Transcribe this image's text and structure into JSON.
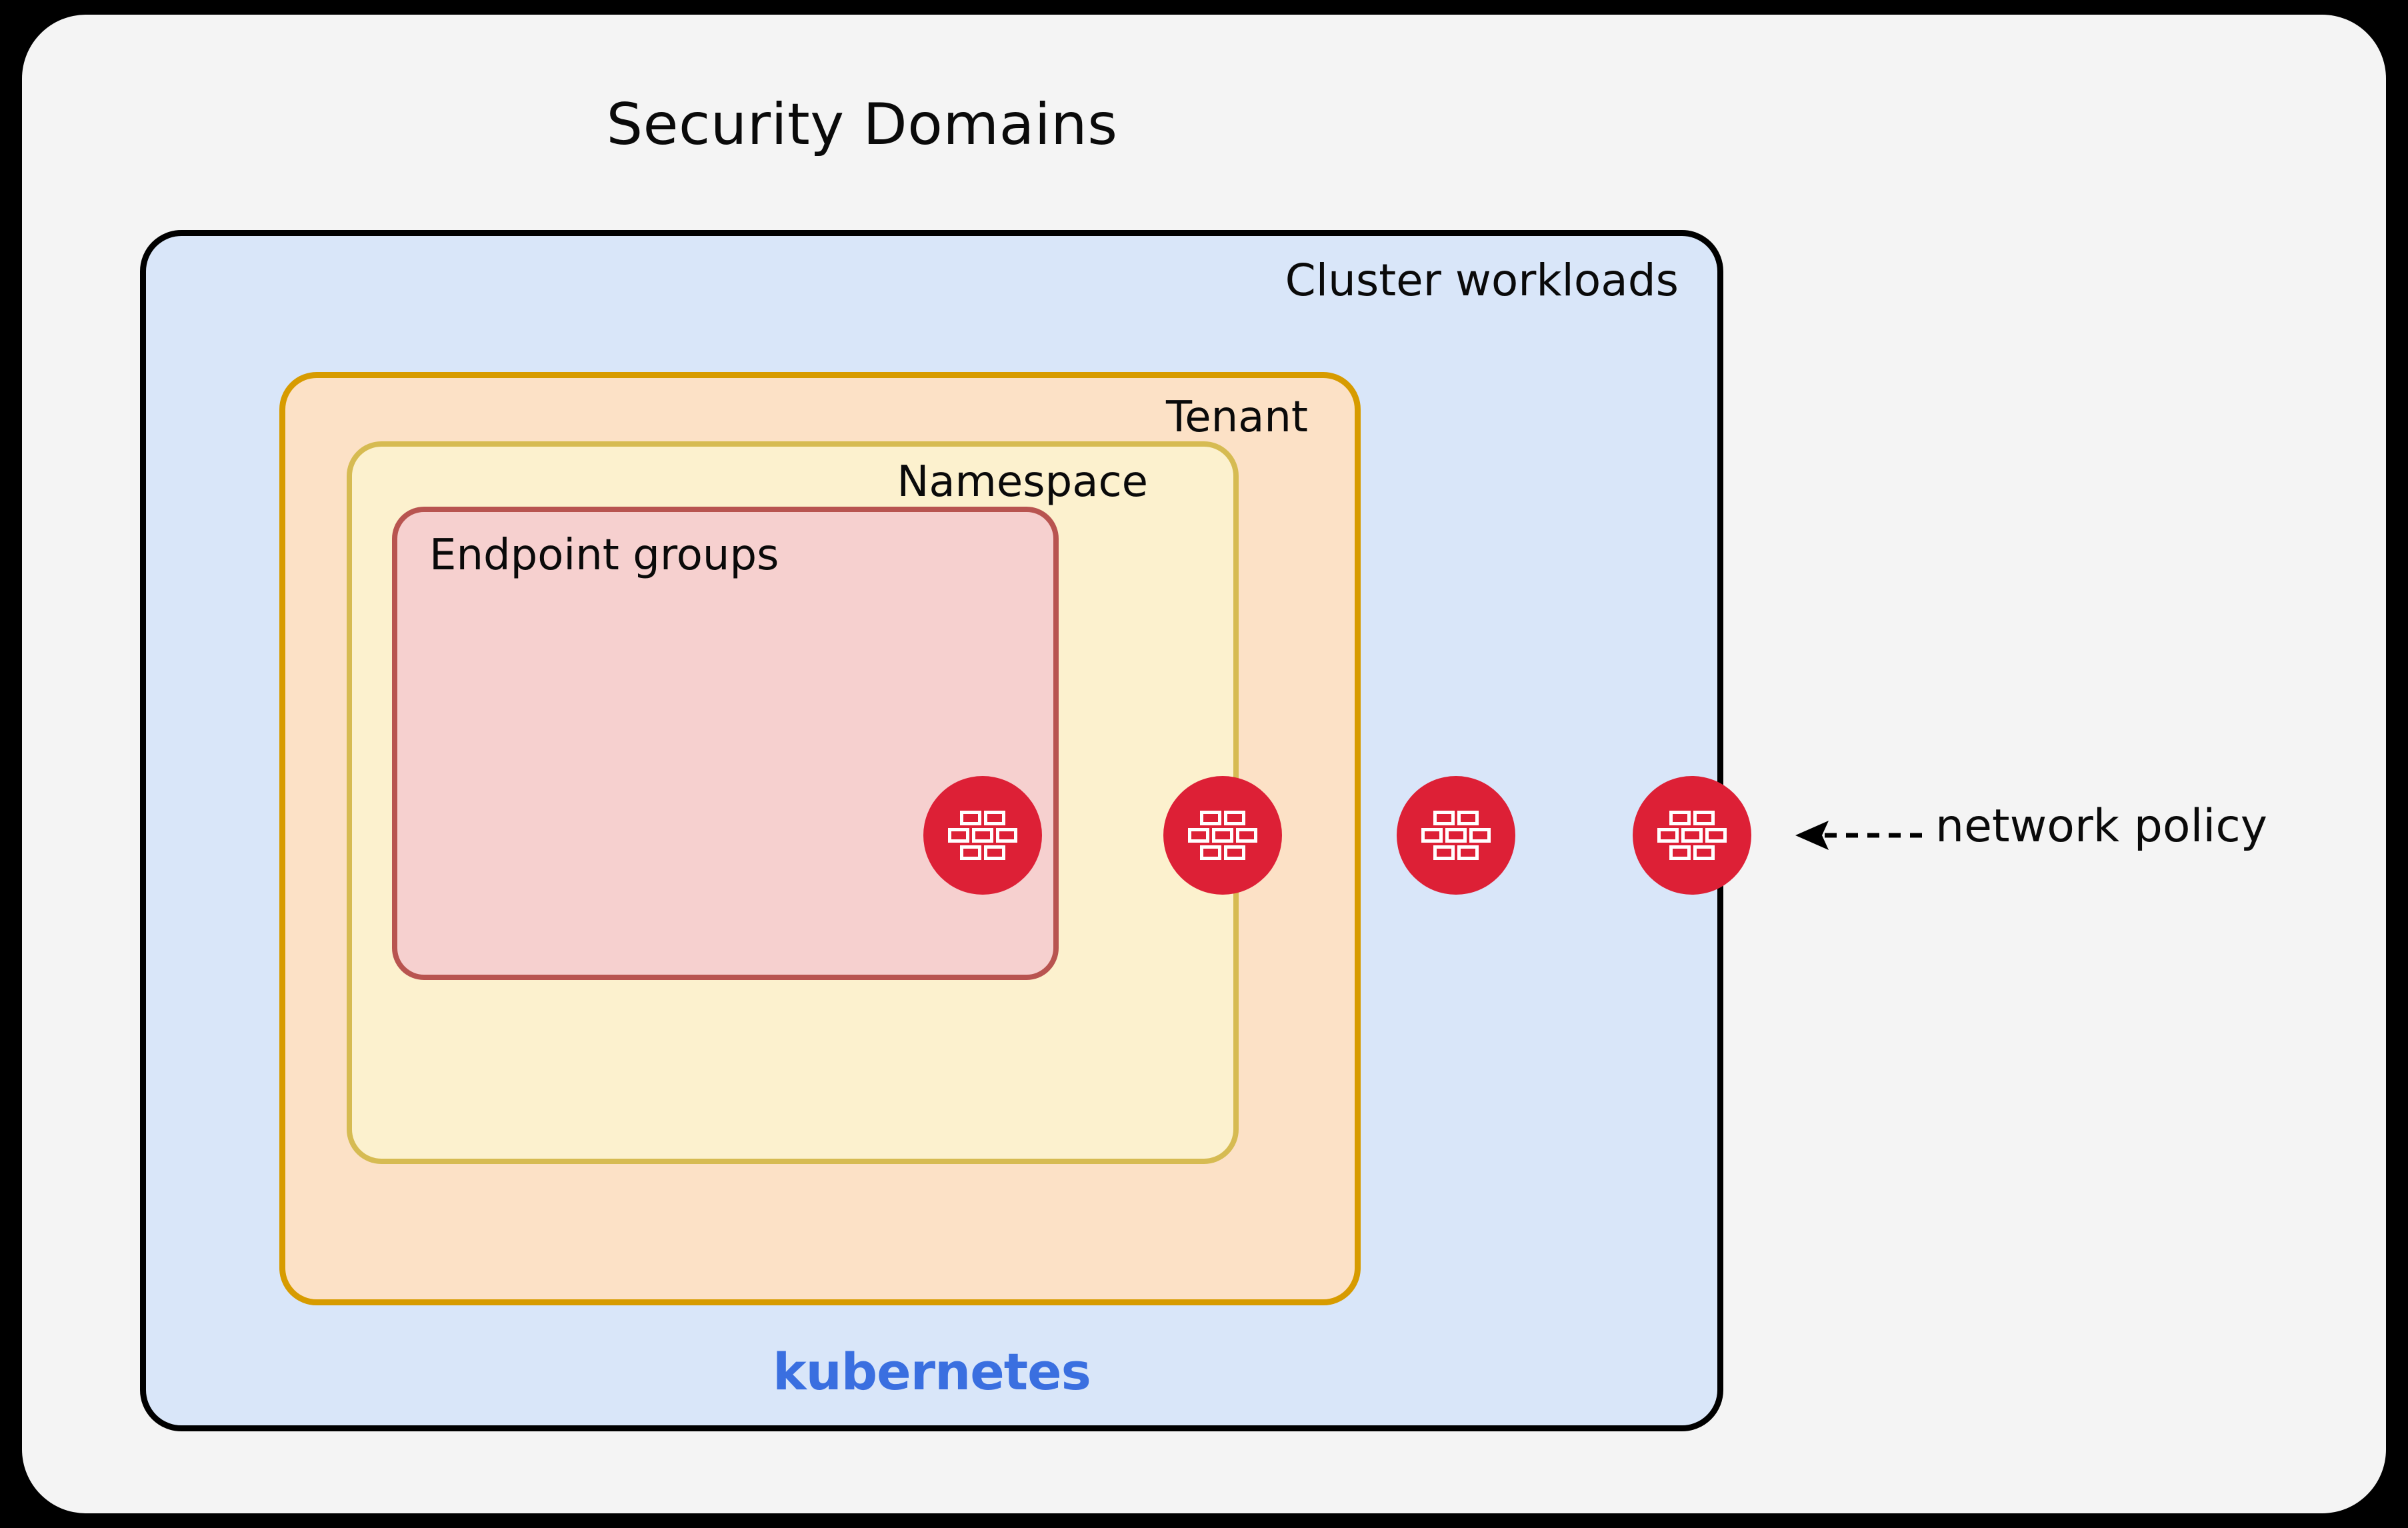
{
  "diagram": {
    "title": "Security Domains",
    "boxes": {
      "cluster": {
        "label": "Cluster workloads",
        "footer_label": "kubernetes",
        "fill": "#d9e6f9",
        "stroke": "#000000"
      },
      "tenant": {
        "label": "Tenant",
        "fill": "#fce1c6",
        "stroke": "#d79b00"
      },
      "namespace": {
        "label": "Namespace",
        "fill": "#fcf1ce",
        "stroke": "#d6bb52"
      },
      "endpoint": {
        "label": "Endpoint groups",
        "fill": "#f6d0cf",
        "stroke": "#b85450"
      }
    },
    "markers": {
      "icon_name": "firewall-brickwall-icon",
      "color": "#dd2036",
      "count": 4,
      "boundaries": [
        "endpoint-groups-boundary",
        "namespace-boundary",
        "tenant-boundary",
        "cluster-boundary"
      ]
    },
    "annotation": {
      "label": "network policy",
      "arrow_style": "dashed-left-arrow"
    },
    "canvas": {
      "page_background": "#000000",
      "card_background": "#f4f4f4"
    }
  }
}
